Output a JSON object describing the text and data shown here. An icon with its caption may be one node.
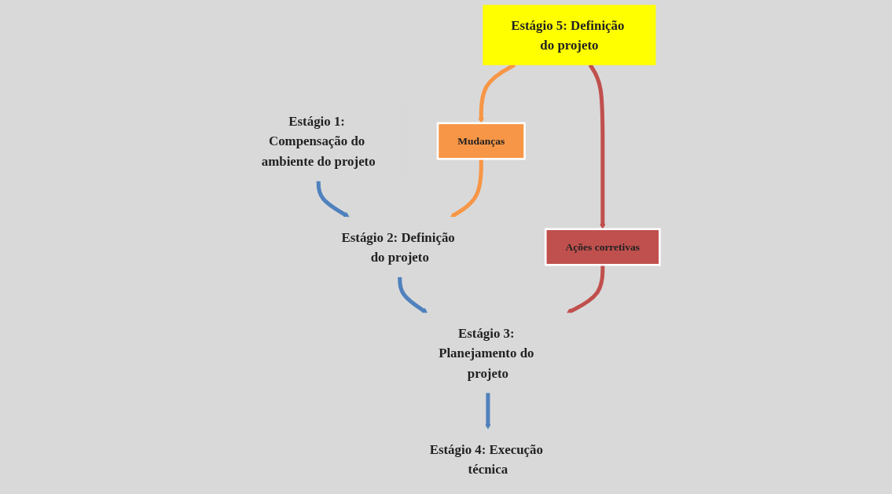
{
  "diagram": {
    "nodes": [
      {
        "text": [
          "Estágio 1: Compensação do ambiente do projeto"
        ]
      },
      {
        "text": [
          "Estágio 2: Definição do projeto"
        ]
      },
      {
        "text": [
          "Estágio 3: Planejamento do projeto"
        ]
      },
      {
        "text": [
          "Estágio 4: Execução técnica"
        ]
      },
      {
        "text": [
          "Mudanças"
        ]
      },
      {
        "text": [
          "Ações corretivas"
        ]
      },
      {
        "text": [
          "Estágio 5: Definição do projeto"
        ]
      }
    ],
    "edges": [
      {
        "from": 0,
        "to": 1,
        "arrow": "to"
      },
      {
        "from": 1,
        "to": 2,
        "arrow": "to"
      },
      {
        "from": 2,
        "to": 3,
        "arrow": "to"
      },
      {
        "from": 6,
        "to": 4,
        "arrow": "to",
        "color": "#f79646"
      },
      {
        "from": 4,
        "to": 1,
        "arrow": "to",
        "color": "#f79646"
      },
      {
        "from": 6,
        "to": 5,
        "arrow": "to",
        "color": "#c0504d"
      },
      {
        "from": 5,
        "to": 2,
        "arrow": "to",
        "color": "#c0504d"
      }
    ]
  }
}
